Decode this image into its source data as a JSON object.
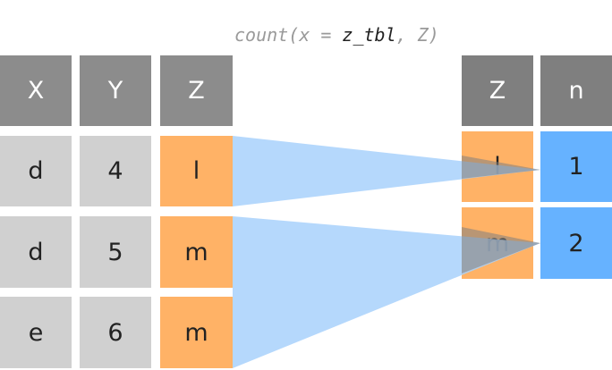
{
  "title": {
    "prefix": "count(x = ",
    "arg": "z_tbl",
    "suffix": ", Z)"
  },
  "input_table": {
    "headers": [
      "X",
      "Y",
      "Z"
    ],
    "rows": [
      [
        "d",
        "4",
        "l"
      ],
      [
        "d",
        "5",
        "m"
      ],
      [
        "e",
        "6",
        "m"
      ]
    ]
  },
  "output_table": {
    "headers": [
      "Z",
      "n"
    ],
    "rows": [
      [
        "l",
        "1"
      ],
      [
        "m",
        "2"
      ]
    ]
  },
  "colors": {
    "header": "#8c8c8c",
    "cell": "#d0d0d0",
    "group_key": "#ffb266",
    "count": "#66b2ff",
    "flow": "#a8d1fb"
  }
}
